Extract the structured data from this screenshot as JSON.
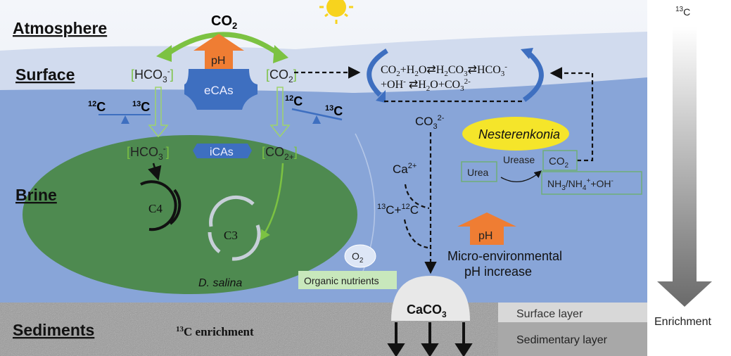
{
  "layers": {
    "atmosphere": "Atmosphere",
    "surface": "Surface",
    "brine": "Brine",
    "sediments": "Sediments"
  },
  "atmosphere_co2": {
    "base": "CO",
    "sub": "2"
  },
  "ph_label": "pH",
  "ecas": "eCAs",
  "icas": "iCAs",
  "surface_hco3": {
    "open": "[",
    "base": "HCO",
    "sub": "3",
    "sup": "-",
    "close": "]"
  },
  "surface_co2": {
    "open": "[",
    "base": "CO",
    "sub": "2",
    "close": "]"
  },
  "cell_hco3": {
    "open": "[",
    "base": "HCO",
    "sub": "3",
    "sup": "-",
    "close": "]"
  },
  "cell_co2": {
    "open": "[",
    "base": "CO",
    "sub": "2+",
    "close": "]"
  },
  "balance_left": {
    "c12_sup": "12",
    "c12": "C",
    "c13_sup": "13",
    "c13": "C"
  },
  "balance_right": {
    "c12_sup": "12",
    "c12": "C",
    "c13_sup": "13",
    "c13": "C"
  },
  "c4": "C4",
  "c3": "C3",
  "cell_name": "D. salina",
  "equation": {
    "l1": [
      "CO",
      "2",
      "+H",
      "2",
      "O⇄H",
      "2",
      "CO",
      "3",
      "⇄HCO",
      "3",
      "-"
    ],
    "l2": [
      "+OH",
      "-",
      " ⇄H",
      "2",
      "O+CO",
      "3",
      "2-"
    ]
  },
  "co3": {
    "base": "CO",
    "sub": "3",
    "sup": "2-"
  },
  "ca": {
    "base": "Ca",
    "sup": "2+"
  },
  "c13c12": {
    "sup1": "13",
    "c1": "C+",
    "sup2": "12",
    "c2": "C"
  },
  "nesterenkonia": "Nesterenkonia",
  "urea": "Urea",
  "urease": "Urease",
  "urease_co2": {
    "base": "CO",
    "sub": "2"
  },
  "nh3": {
    "a": "NH",
    "a_sub": "3",
    "b": "/NH",
    "b_sub": "4",
    "b_sup": "+",
    "c": "+OH",
    "c_sup": "-"
  },
  "o2": {
    "base": "O",
    "sub": "2"
  },
  "organic_nutrients": "Organic nutrients",
  "micro_ph": {
    "line1": "Micro-environmental",
    "line2": "pH increase"
  },
  "caco3": {
    "base": "CaCO",
    "sub": "3"
  },
  "enrichment_text": {
    "sup": "13",
    "text": "C enrichment"
  },
  "surface_layer": "Surface layer",
  "sedimentary_layer": "Sedimentary layer",
  "scale": {
    "top_sup": "13",
    "top": "C",
    "bottom": "Enrichment"
  },
  "colors": {
    "water": "#88a5d8",
    "cell": "#4e8a50",
    "orange": "#ef7d33",
    "enzyme": "#3e6fc0",
    "green": "#7cc242",
    "yellow": "#f5e52a"
  }
}
